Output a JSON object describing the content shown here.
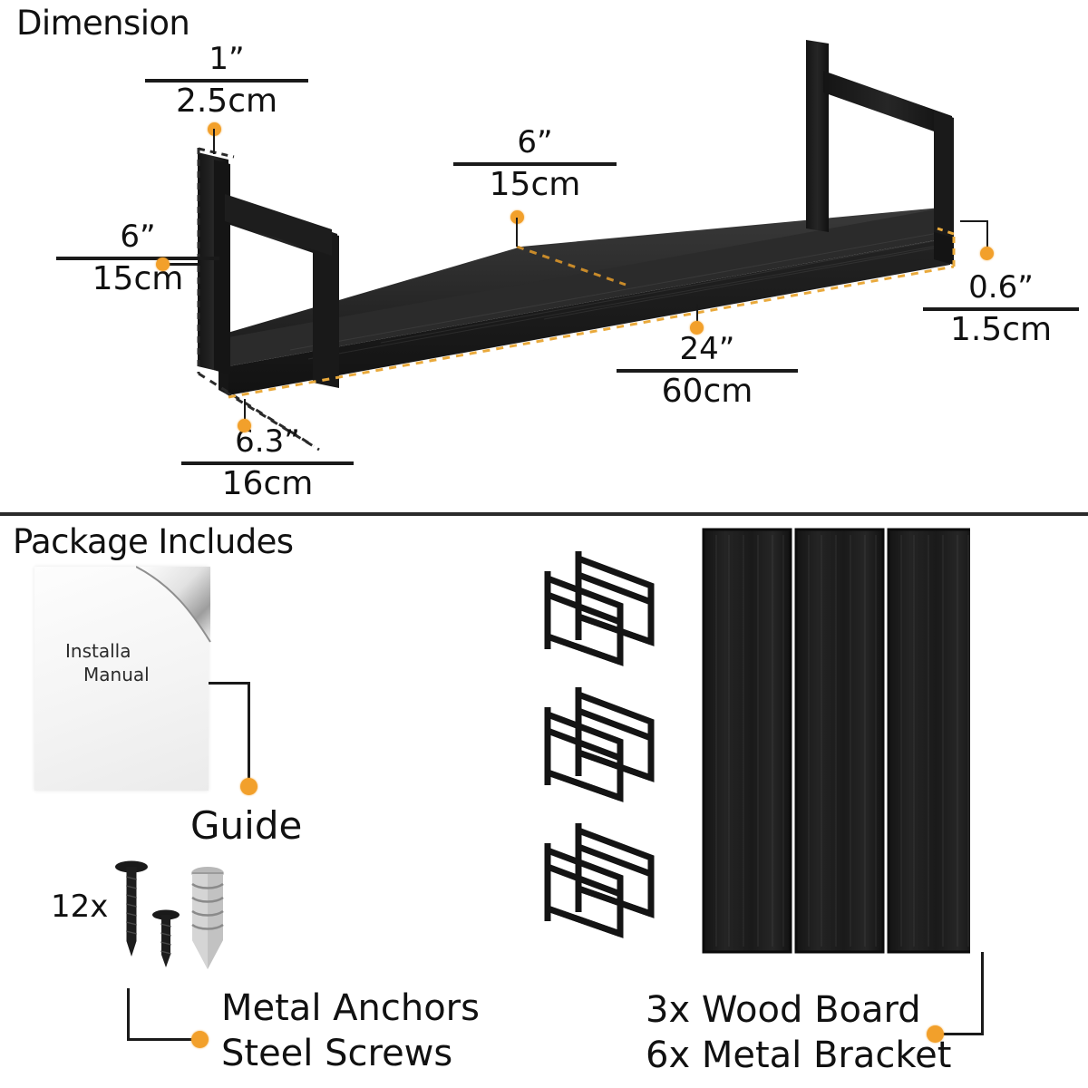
{
  "accent_color": "#F2A02B",
  "ink_color": "#111111",
  "background_color": "#FFFFFF",
  "sections": {
    "dimension": {
      "title": "Dimension",
      "labels": {
        "bracket_width": {
          "imperial": "1”",
          "metric": "2.5cm"
        },
        "bracket_height": {
          "imperial": "6”",
          "metric": "15cm"
        },
        "board_depth": {
          "imperial": "6”",
          "metric": "15cm"
        },
        "board_thick": {
          "imperial": "0.6”",
          "metric": "1.5cm"
        },
        "board_length": {
          "imperial": "24”",
          "metric": "60cm"
        },
        "overall_depth": {
          "imperial": "6.3”",
          "metric": "16cm"
        }
      }
    },
    "package": {
      "title": "Package Includes",
      "items": [
        {
          "name": "guide",
          "label": "Guide",
          "manual_line1": "Installa",
          "manual_line2": "Manual"
        },
        {
          "name": "hardware",
          "quantity": "12x",
          "label_line1": "Metal Anchors",
          "label_line2": "Steel Screws"
        },
        {
          "name": "boards-and-brackets",
          "label_line1": "3x Wood Board",
          "label_line2": "6x Metal Bracket"
        }
      ]
    }
  }
}
